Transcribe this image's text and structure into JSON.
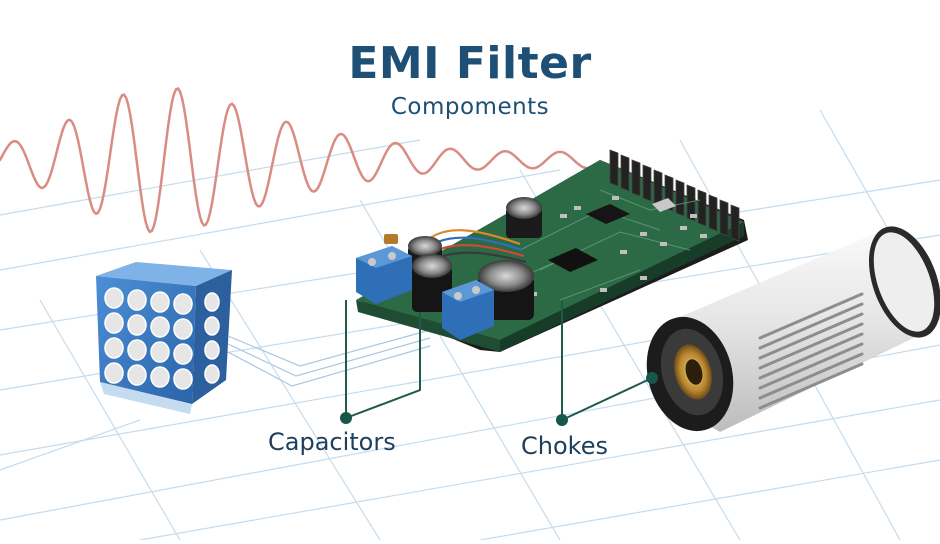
{
  "header": {
    "title": "EMI Filter",
    "subtitle": "Compoments"
  },
  "callouts": {
    "capacitors": "Capacitors",
    "chokes": "Chokes"
  },
  "components": [
    {
      "name": "capacitor-array",
      "icon": "capacitor-block-icon"
    },
    {
      "name": "filter-circuit-board",
      "icon": "pcb-icon"
    },
    {
      "name": "choke",
      "icon": "cylindrical-choke-icon"
    }
  ],
  "colors": {
    "title": "#1e4f74",
    "label": "#1e3f5c",
    "callout_line": "#1f5a4c",
    "callout_dot": "#17574a",
    "noise_wave": "#d98c84",
    "grid": "#c4dcee",
    "pcb": "#2c6a45",
    "terminal_block": "#2f6fb8",
    "capacitor_array": "#3b7cc4",
    "choke_body": "#e8e8e8"
  }
}
